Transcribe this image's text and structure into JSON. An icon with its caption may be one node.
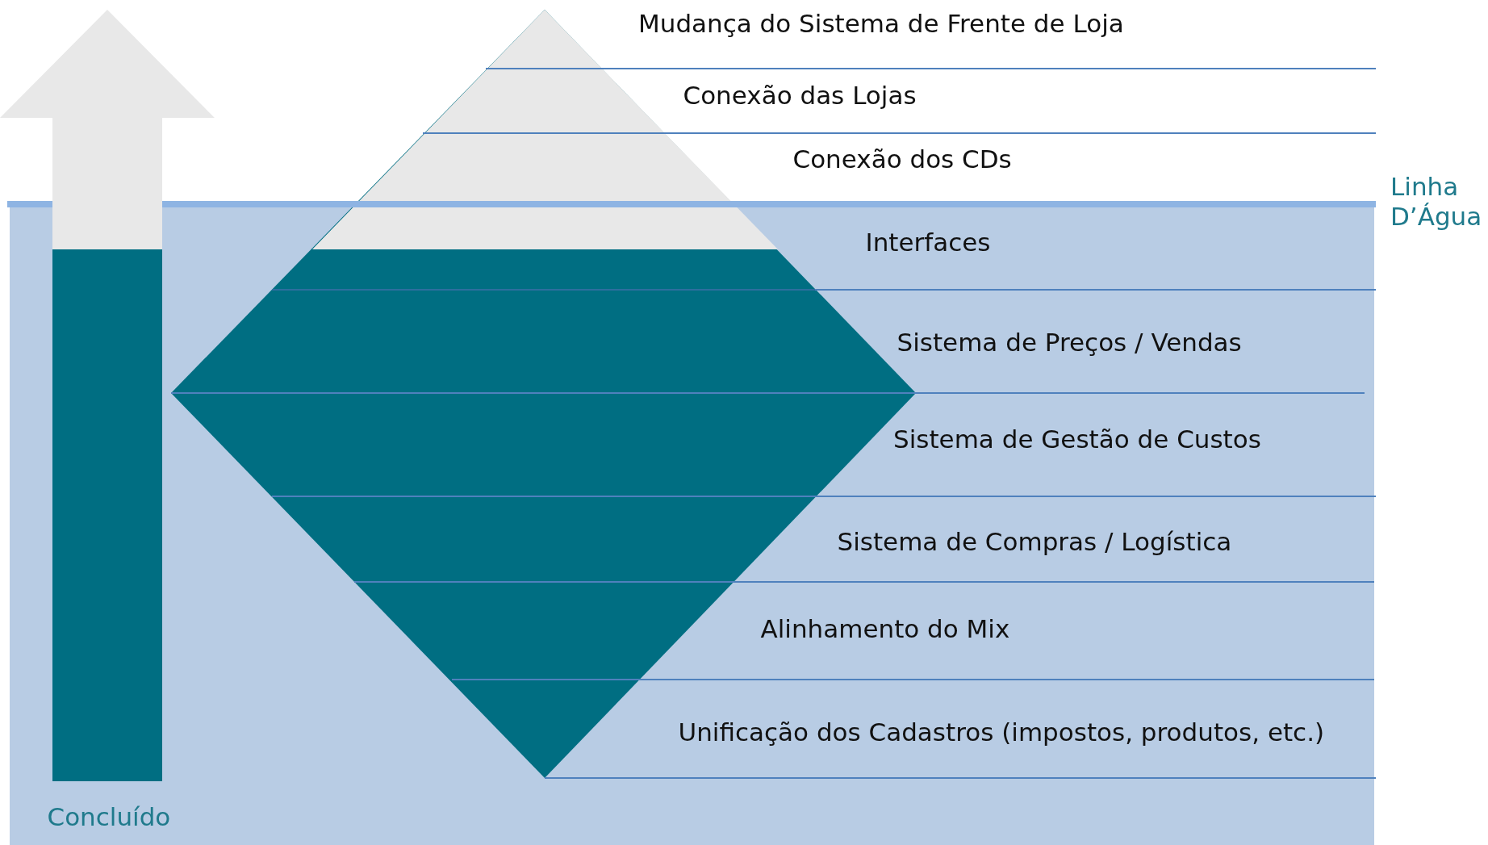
{
  "diagram": {
    "labels": [
      "Mudança do Sistema de Frente de Loja",
      "Conexão das Lojas",
      "Conexão dos CDs",
      "Linha D’Água",
      "Interfaces",
      "Sistema de Preços / Vendas",
      "Sistema de Gestão de Custos",
      "Sistema de Compras / Logística",
      "Alinhamento do Mix",
      "Unificação dos Cadastros (impostos, produtos, etc.)",
      "Concluído"
    ]
  }
}
